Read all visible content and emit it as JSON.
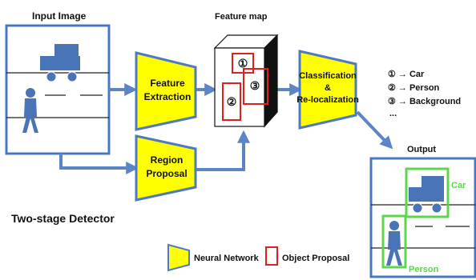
{
  "input_image": {
    "title": "Input Image"
  },
  "feature_map": {
    "title": "Feature map",
    "proposal_markers": [
      "①",
      "②",
      "③"
    ]
  },
  "feature_extraction": {
    "line1": "Feature",
    "line2": "Extraction"
  },
  "region_proposal": {
    "line1": "Region",
    "line2": "Proposal"
  },
  "classification": {
    "line1": "Classification",
    "line2": "&",
    "line3": "Re-localization"
  },
  "class_list": [
    "① → Car",
    "② → Person",
    "③ → Background",
    "..."
  ],
  "output": {
    "title": "Output",
    "car_label": "Car",
    "person_label": "Person"
  },
  "detector_title": "Two-stage Detector",
  "legend": {
    "neural_network": "Neural Network",
    "object_proposal": "Object Proposal"
  },
  "colors": {
    "panel_border": "#4a78c0",
    "arrow": "#5b85c6",
    "module_fill": "#ffff00",
    "module_border": "#4f7ac2",
    "vehicle": "#4a74b8",
    "proposal_red": "#e02020",
    "detection_green": "#5cd64a"
  }
}
